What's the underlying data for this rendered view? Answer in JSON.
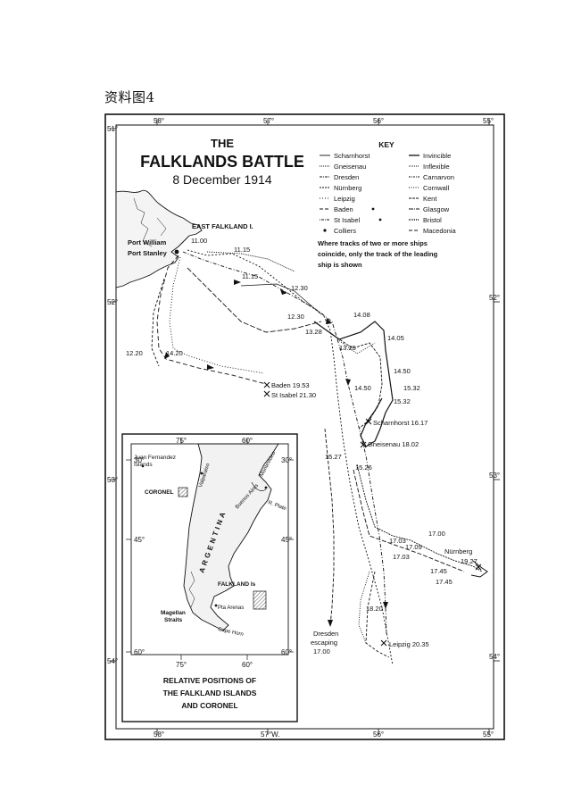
{
  "caption": "资料图4",
  "map": {
    "title_line1": "THE",
    "title_line2": "FALKLANDS BATTLE",
    "title_line3": "8 December 1914",
    "longitudes_top": [
      "58°",
      "57°",
      "56°",
      "55°"
    ],
    "longitudes_bottom": [
      "58°",
      "57°W.",
      "56°",
      "55°"
    ],
    "latitudes_left": [
      "51°",
      "52°",
      "53°",
      "54°"
    ],
    "latitudes_right": [
      "52°",
      "53°",
      "54°"
    ],
    "place_labels": {
      "east_falkland": "EAST FALKLAND I.",
      "port_william": "Port William",
      "port_stanley": "Port Stanley"
    },
    "track_labels": [
      "11.00",
      "11.15",
      "11.15",
      "12.30",
      "12.30",
      "12.20",
      "14.20",
      "13.28",
      "14.08",
      "13.25",
      "14.05",
      "14.50",
      "14.50",
      "15.32",
      "15.32",
      "15.27",
      "15.26",
      "17.00",
      "17.09",
      "17.03",
      "17.03",
      "18.20",
      "17.45",
      "17.45"
    ],
    "event_labels": {
      "baden": "Baden 19.53",
      "st_isabel": "St Isabel 21.30",
      "scharnhorst": "Scharnhorst 16.17",
      "gneisenau": "Gneisenau 18.02",
      "nurnberg": "Nürnberg",
      "nurnberg_time": "19.27",
      "leipzig": "Leipzig 20.35",
      "dresden_1": "Dresden",
      "dresden_2": "escaping",
      "dresden_3": "17.00"
    }
  },
  "key": {
    "title": "KEY",
    "left": [
      "Scharnhorst",
      "Gneisenau",
      "Dresden",
      "Nürnberg",
      "Leipzig",
      "Baden",
      "St Isabel",
      "Colliers"
    ],
    "right": [
      "Invincible",
      "Inflexible",
      "Carnarvon",
      "Cornwall",
      "Kent",
      "Glasgow",
      "Bristol",
      "Macedonia"
    ],
    "note_1": "Where tracks of two or more ships",
    "note_2": "coincide, only the track of the leading",
    "note_3": "ship is shown"
  },
  "inset": {
    "longitudes_top": [
      "75°",
      "60°"
    ],
    "longitudes_bottom": [
      "75°",
      "60°"
    ],
    "latitudes_left": [
      "30°",
      "45°",
      "60°"
    ],
    "latitudes_right": [
      "30°",
      "45°",
      "60°"
    ],
    "labels": {
      "juan_1": "Juan Fernandez",
      "juan_2": "Islands",
      "coronel": "CORONEL",
      "valparaiso": "Valparaiso",
      "montevideo": "Montevideo",
      "buenos_aires": "Buenos Aires",
      "plate": "R. Plate",
      "argentina": "ARGENTINA",
      "falkland": "FALKLAND Is",
      "pta_arenas": "Pta Arenas",
      "magellan_1": "Magellan",
      "magellan_2": "Straits",
      "cape_horn": "Cape Horn"
    },
    "caption_1": "RELATIVE POSITIONS OF",
    "caption_2": "THE FALKLAND ISLANDS",
    "caption_3": "AND CORONEL"
  }
}
